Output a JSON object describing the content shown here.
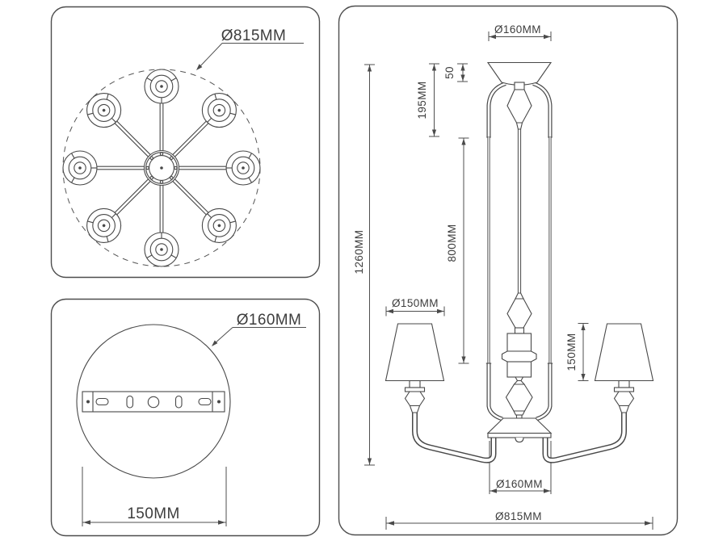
{
  "colors": {
    "background": "#ffffff",
    "line": "#484848",
    "dimension_line": "#4f4f4f",
    "text": "#3d3d3d"
  },
  "panels": {
    "top_view": {
      "diameter_callout": "Ø815MM"
    },
    "mounting_plate": {
      "diameter_callout": "Ø160MM",
      "bracket_width": "150MM"
    },
    "side_view": {
      "canopy_diameter": "Ø160MM",
      "canopy_height": "50",
      "upper_section_height": "195MM",
      "overall_height": "1260MM",
      "suspension_length": "800MM",
      "shade_diameter": "Ø150MM",
      "shade_height": "150MM",
      "bowl_diameter": "Ø160MM",
      "overall_diameter": "Ø815MM"
    }
  }
}
